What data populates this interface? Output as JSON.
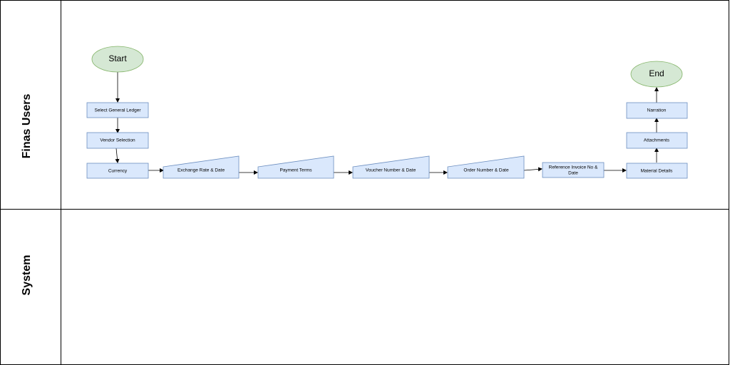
{
  "lanes": [
    {
      "label": "Finas Users"
    },
    {
      "label": "System"
    }
  ],
  "nodes": {
    "start": "Start",
    "select_ledger": "Select General Ledger",
    "vendor": "Vendor Selection",
    "currency": "Currency",
    "exchange": "Exchange Rate & Date",
    "payment": "Payment Terms",
    "voucher": "Voucher Number & Date",
    "order": "Order Number & Date",
    "reference_l1": "Reference Invoice No &",
    "reference_l2": "Date",
    "material": "Material Details",
    "attachments": "Attachments",
    "narration": "Narration",
    "end": "End"
  },
  "colors": {
    "process_fill": "#dae8fc",
    "process_stroke": "#6c8ebf",
    "terminal_fill": "#d5e8d4",
    "terminal_stroke": "#82b366"
  }
}
